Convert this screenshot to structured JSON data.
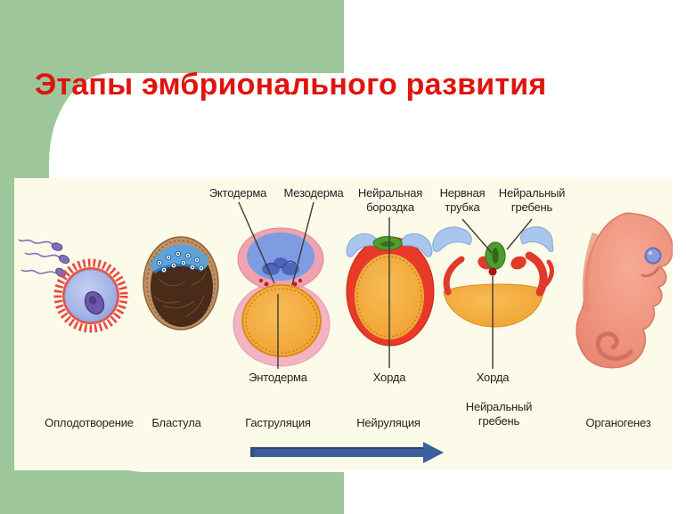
{
  "slide": {
    "title": "Этапы эмбрионального развития"
  },
  "colors": {
    "background_green": "#9dc79a",
    "panel_white": "#ffffff",
    "diagram_cream": "#fcfae9",
    "title_red": "#e0140c",
    "arrow_blue": "#3d5e9e",
    "label_text": "#232323"
  },
  "diagram": {
    "structure_labels_top": [
      {
        "label": "Эктодерма"
      },
      {
        "label": "Мезодерма"
      },
      {
        "label": "Нейральная бороздка"
      },
      {
        "label": "Нервная трубка"
      },
      {
        "label": "Нейральный гребень"
      }
    ],
    "structure_labels_bottom": [
      {
        "label": "Энтодерма"
      },
      {
        "label": "Хорда"
      },
      {
        "label": "Хорда"
      }
    ],
    "stage_labels": [
      {
        "label": "Оплодотворение"
      },
      {
        "label": "Бластула"
      },
      {
        "label": "Гаструляция"
      },
      {
        "label": "Нейруляция"
      },
      {
        "label": "Нейральный гребень"
      },
      {
        "label": "Органогенез"
      }
    ],
    "stages": [
      {
        "name": "fertilization"
      },
      {
        "name": "blastula"
      },
      {
        "name": "gastrulation"
      },
      {
        "name": "neurulation"
      },
      {
        "name": "neural-crest"
      },
      {
        "name": "organogenesis"
      }
    ],
    "arrow": {
      "direction": "right"
    }
  }
}
